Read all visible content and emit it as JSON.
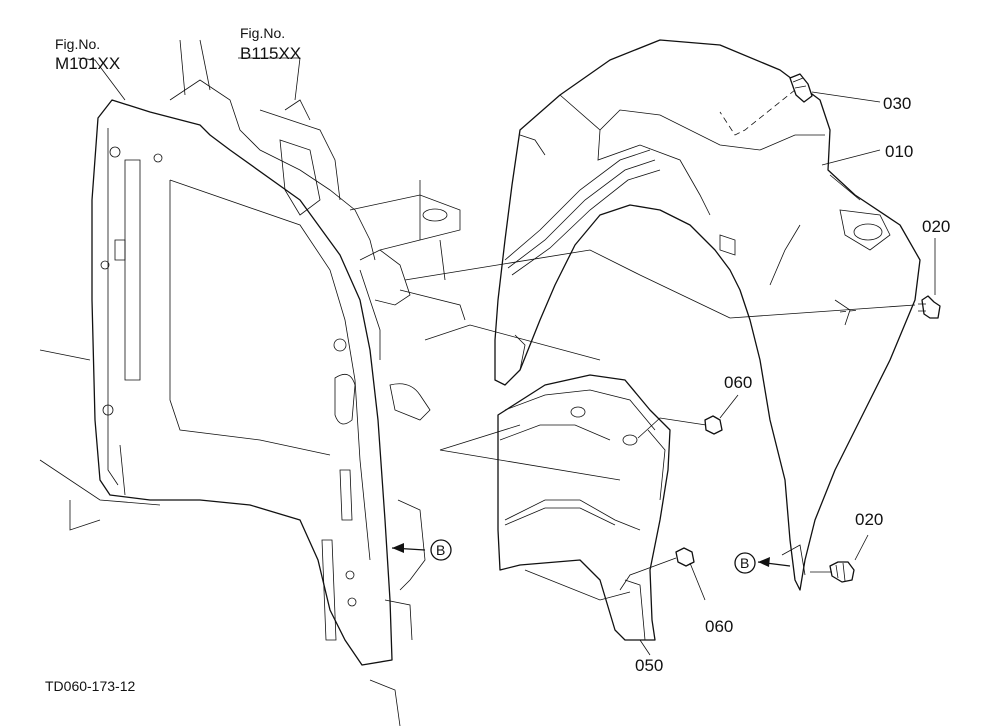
{
  "figure_refs": [
    {
      "title": "Fig.No.",
      "code": "M101XX"
    },
    {
      "title": "Fig.No.",
      "code": "B115XX"
    }
  ],
  "part_labels": [
    "010",
    "020",
    "020",
    "030",
    "050",
    "060",
    "060"
  ],
  "view_markers": [
    "B",
    "B"
  ],
  "drawing_code": "TD060-173-12"
}
